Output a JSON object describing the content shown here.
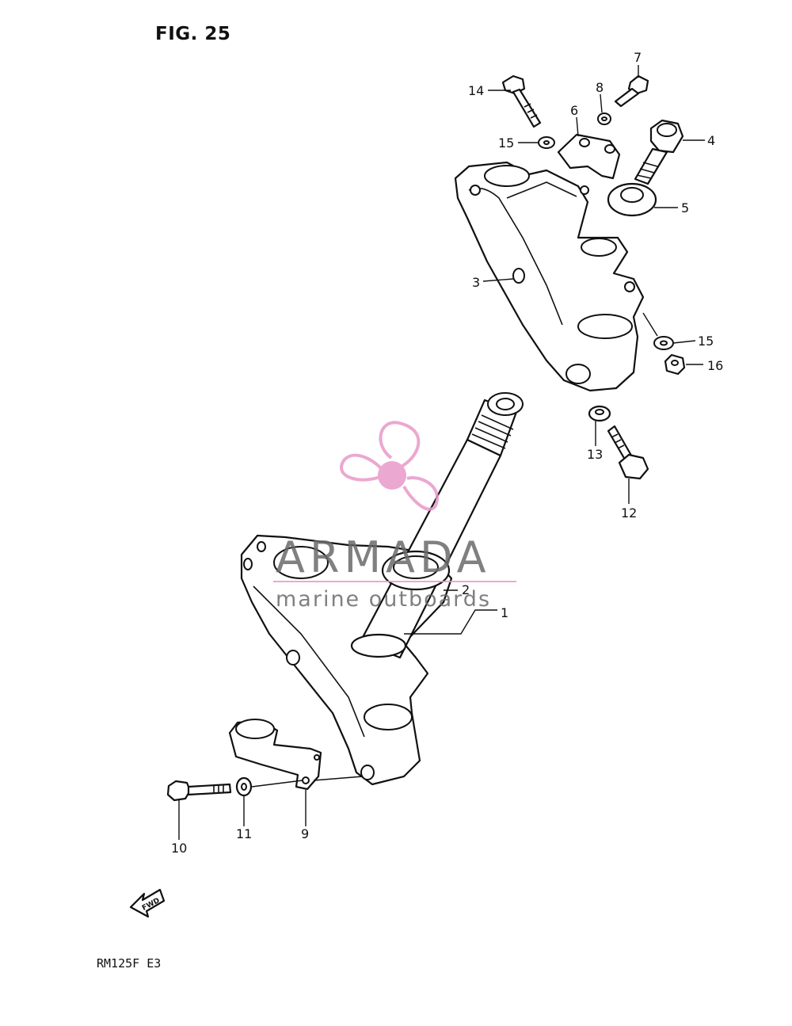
{
  "figure_title": "FIG. 25",
  "model_code": "RM125F  E3",
  "watermark": {
    "brand": "ARMADA",
    "tagline": "marine outboards",
    "brand_color": "#e89ac8"
  },
  "fwd_label": "FWD",
  "callouts": {
    "c1": "1",
    "c2": "2",
    "c3": "3",
    "c4": "4",
    "c5": "5",
    "c6": "6",
    "c7": "7",
    "c8": "8",
    "c9": "9",
    "c10": "10",
    "c11": "11",
    "c12": "12",
    "c13": "13",
    "c14": "14",
    "c15a": "15",
    "c15b": "15",
    "c16": "16"
  }
}
